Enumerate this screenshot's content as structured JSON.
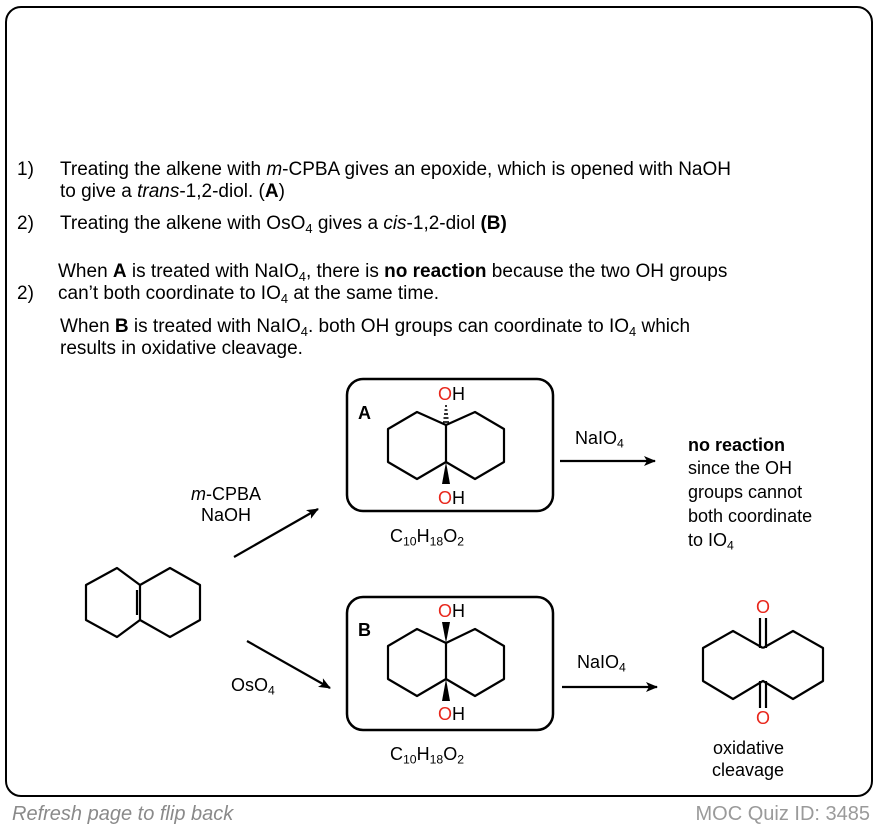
{
  "steps": {
    "s1_num": "1)",
    "s1_line1_a": "Treating the alkene with ",
    "s1_line1_italic": "m",
    "s1_line1_b": "-CPBA gives an epoxide, which is opened with NaOH",
    "s1_line2_a": "to give a ",
    "s1_line2_italic": "trans",
    "s1_line2_b": "-1,2-diol. (",
    "s1_line2_bold": "A",
    "s1_line2_c": ")",
    "s2_num": "2)",
    "s2_a": "Treating the alkene with OsO",
    "s2_sub": "4",
    "s2_b": " gives a ",
    "s2_italic": "cis",
    "s2_c": "-1,2-diol ",
    "s2_bold": "(B)",
    "s3_num": "2)",
    "s3_line1_a": "When ",
    "s3_line1_bold1": "A",
    "s3_line1_b": " is treated with NaIO",
    "s3_line1_sub": "4",
    "s3_line1_c": ", there is ",
    "s3_line1_bold2": "no reaction",
    "s3_line1_d": " because the two OH groups",
    "s3_line2_a": "can’t both coordinate to IO",
    "s3_line2_sub": "4",
    "s3_line2_b": " at the same time.",
    "s4_line1_a": "When ",
    "s4_line1_bold": "B",
    "s4_line1_b": " is treated with NaIO",
    "s4_line1_sub": "4",
    "s4_line1_c": ". both OH groups can coordinate to IO",
    "s4_line1_sub2": "4",
    "s4_line1_d": " which",
    "s4_line2": "results in oxidative cleavage."
  },
  "scheme": {
    "reagent_top_italic": "m",
    "reagent_top_rest": "-CPBA",
    "reagent_top_line2": "NaOH",
    "reagent_bottom": "OsO",
    "reagent_bottom_sub": "4",
    "box_a_label": "A",
    "box_b_label": "B",
    "oh_o": "O",
    "oh_h": "H",
    "formula_c": "C",
    "formula_c_sub": "10",
    "formula_h": "H",
    "formula_h_sub": "18",
    "formula_o": "O",
    "formula_o_sub": "2",
    "naio4": "NaIO",
    "naio4_sub": "4",
    "result_a_bold": "no reaction",
    "result_a_lines": [
      "since the OH",
      "groups cannot",
      "both coordinate",
      "to IO"
    ],
    "result_a_sub": "4",
    "ketone_o": "O",
    "result_b_lines": [
      "oxidative",
      "cleavage"
    ]
  },
  "colors": {
    "oxygen": "#e8261b",
    "footer": "#8a8a8a"
  },
  "footer": {
    "left": "Refresh page to flip back",
    "right": "MOC Quiz ID: 3485"
  }
}
